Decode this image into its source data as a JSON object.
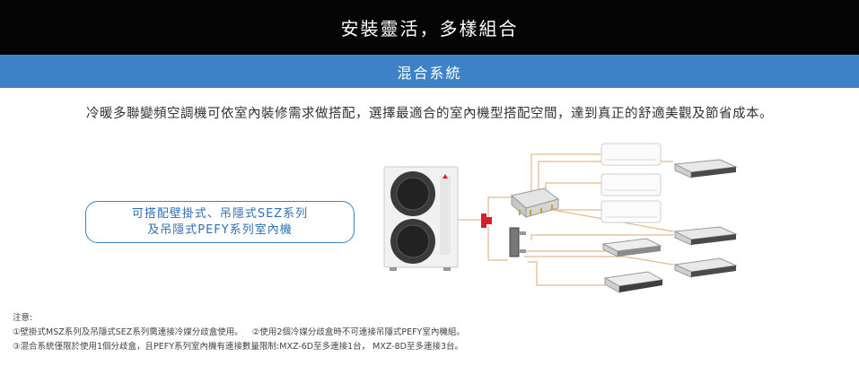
{
  "header": {
    "title": "安裝靈活，多樣組合",
    "subtitle": "混合系統"
  },
  "description": "冷暖多聯變頻空調機可依室內裝修需求做搭配，選擇最適合的室內機型搭配空間，達到真正的舒適美觀及節省成本。",
  "callout": {
    "line1": "可搭配壁掛式、吊隱式SEZ系列",
    "line2": "及吊隱式PEFY系列室內機"
  },
  "notes": {
    "title": "注意:",
    "note1": "①壁掛式MSZ系列及吊隱式SEZ系列需連接冷媒分歧盒使用。",
    "note2": "②使用2個冷媒分歧盒時不可連接吊隱式PEFY室內機組。",
    "note3": "③混合系統僅限於使用1個分歧盒，且PEFY系列室內機有連接數量限制:MXZ-6D至多連接1台， MXZ-8D至多連接3台。"
  },
  "colors": {
    "header_bg": "#050505",
    "subheader_bg": "#3d82c6",
    "pipe": "#e3b98a",
    "connector": "#d81e2c"
  },
  "icons": [
    "outdoor-unit-icon",
    "branch-box-icon",
    "wall-unit-icon",
    "ceiling-unit-icon",
    "ducted-unit-icon"
  ]
}
